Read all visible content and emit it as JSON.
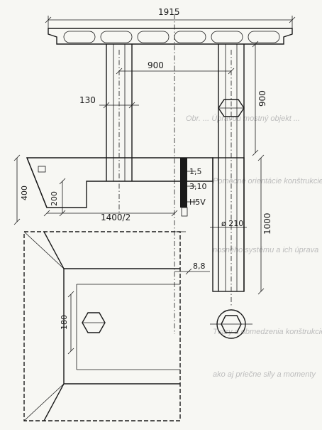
{
  "drawing": {
    "dimensions": {
      "deck_width": "1915",
      "column_spacing": "900",
      "column_height_right": "900",
      "small_dim": "130",
      "footing_height_left": "400",
      "footing_step": "200",
      "bearing_1": "1,5",
      "bearing_2": "3,10",
      "bearing_label": "H5V",
      "half_width": "1400/2",
      "pile_diameter": "ø 210",
      "pile_length": "1000",
      "level_mark": "8,8",
      "lower_dim": "180"
    },
    "background_text": {
      "caption": "Obr. ... Úpravou mostný objekt ...",
      "line_1": "Pomocné orientácie konštrukcie vo výrobe",
      "line_2": "nosného systému a ich úprava",
      "line_3": "Tvary a obmedzenia konštrukcie",
      "line_4": "ako aj priečne sily a momenty"
    },
    "colors": {
      "ink": "#1a1a1a",
      "paper": "#f7f7f3",
      "bleed": "#bdbdbd"
    }
  }
}
